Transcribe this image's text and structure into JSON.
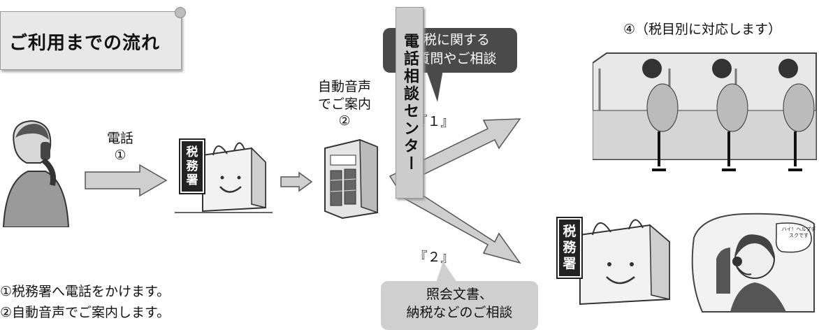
{
  "title": "ご利用までの流れ",
  "call_label": "電話",
  "step1_num": "①",
  "auto_voice": [
    "自動音声",
    "でご案内"
  ],
  "step2_num": "②",
  "bubble_top": [
    "国税に関する",
    "ご質問やご相談"
  ],
  "route1": "『１』",
  "route2": "『２』",
  "center_label": "電話相談センター",
  "step4_label": "④（税目別に対応します）",
  "bubble_bottom": [
    "照会文書、",
    "納税などのご相談"
  ],
  "tax_office_sign": "税務署",
  "headset_speech": "ハイ！ヘルプデスクです",
  "notes": [
    "①税務署へ電話をかけます。",
    "②自動音声でご案内します。"
  ]
}
